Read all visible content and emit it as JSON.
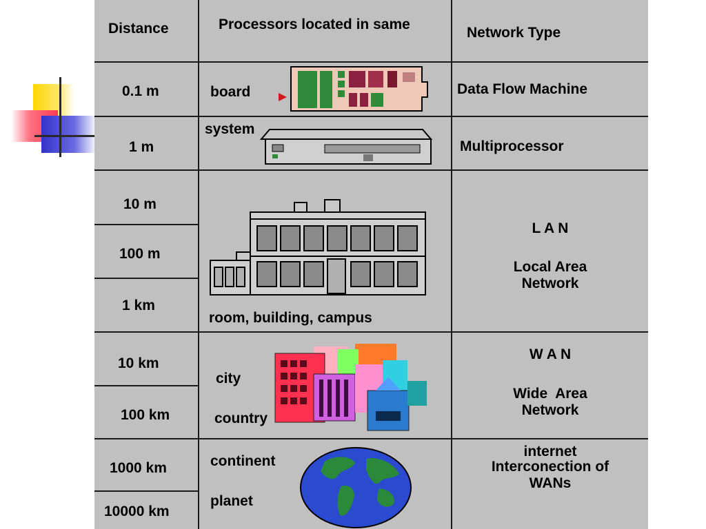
{
  "header": {
    "distance": "Distance",
    "processors": "Processors located in same",
    "network_type": "Network Type"
  },
  "distances": [
    "0.1 m",
    "1 m",
    "10 m",
    "100 m",
    "1 km",
    "10 km",
    "100 km",
    "1000 km",
    "10000 km"
  ],
  "locations": {
    "board": "board",
    "system": "system",
    "room": "room, building, campus",
    "city": "city",
    "country": "country",
    "continent": "continent",
    "planet": "planet"
  },
  "network_types": {
    "dfm": "Data Flow Machine",
    "mp": "Multiprocessor",
    "lan_abbr": "L A N",
    "lan_full": "Local Area Network",
    "wan_abbr": "W A N",
    "wan_full": "Wide  Area Network",
    "internet": "internet",
    "internet_desc": "Interconection of WANs"
  },
  "icons": [
    "circuit-board-icon",
    "computer-system-icon",
    "building-icon",
    "city-icon",
    "globe-icon",
    "slide-corner-decoration"
  ],
  "colors": {
    "table_bg": "#c0c0c0",
    "lines": "#1a1a1a",
    "deco_yellow": "#ffd700",
    "deco_red": "#ff3b55",
    "deco_blue": "#3333cc"
  }
}
